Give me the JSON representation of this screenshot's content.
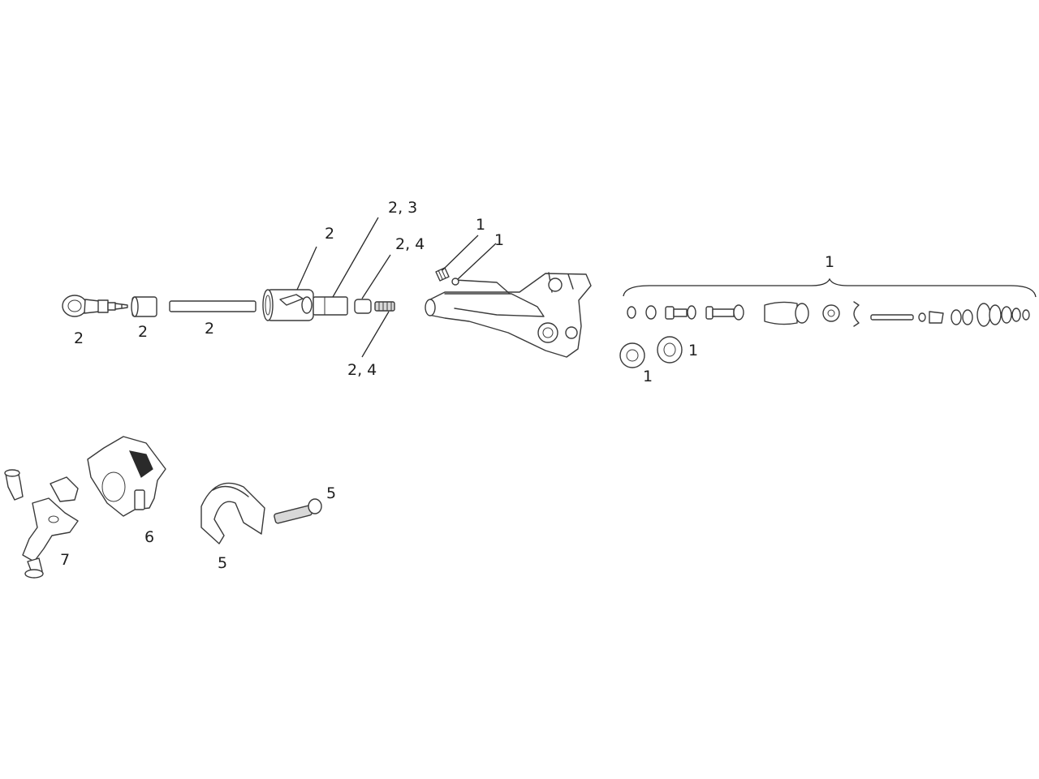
{
  "diagram": {
    "callouts": {
      "banjo": "2",
      "barb_sleeve": "2",
      "hose": "2",
      "reservoir": "2",
      "compression_fitting": "2, 3",
      "olive": "2, 4",
      "bleed_screw": "2, 4",
      "bleed_plug": "1",
      "bleed_oring": "1",
      "piston_kit_group": "1",
      "washer_left": "1",
      "washer_right": "1",
      "clamp_bolt": "5",
      "clamp_band": "5",
      "matchmaker_clamp": "6",
      "shifter_adapter": "7"
    }
  }
}
